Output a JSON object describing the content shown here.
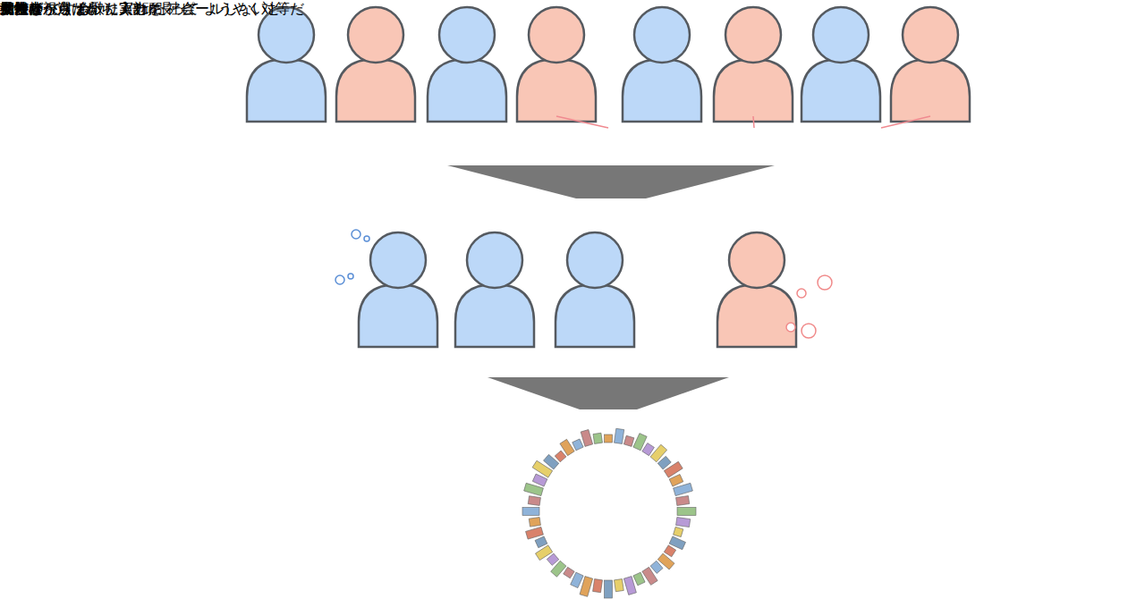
{
  "diagram": {
    "nodes": [
      {
        "text": [
          "参加者"
        ]
      },
      {
        "text": [
          "期待"
        ]
      },
      {
        "text": [
          "期待"
        ]
      },
      {
        "text": [
          "期待"
        ]
      },
      {
        "text": [
          "女だから選ばれ たくせに"
        ]
      },
      {
        "text": [
          "女性枠"
        ]
      },
      {
        "text": [
          "女性だから 余計に実力を アピールしないと"
        ]
      },
      {
        "text": [
          "代表者"
        ]
      },
      {
        "text": [
          "男勝り ですね"
        ]
      },
      {
        "text": [
          "男性ばかりだから 3倍頑張って ようやく対等だ"
        ]
      },
      {
        "text": [
          "結果"
        ]
      },
      {
        "text": [
          "女性の視点 も取り入れ た社会"
        ]
      }
    ],
    "edges": [
      {
        "from": 1,
        "to": 5,
        "arrow": "to"
      },
      {
        "from": 2,
        "to": 5,
        "arrow": "to"
      },
      {
        "from": 3,
        "to": 5,
        "arrow": "to"
      }
    ],
    "labels": [
      "VS"
    ]
  }
}
